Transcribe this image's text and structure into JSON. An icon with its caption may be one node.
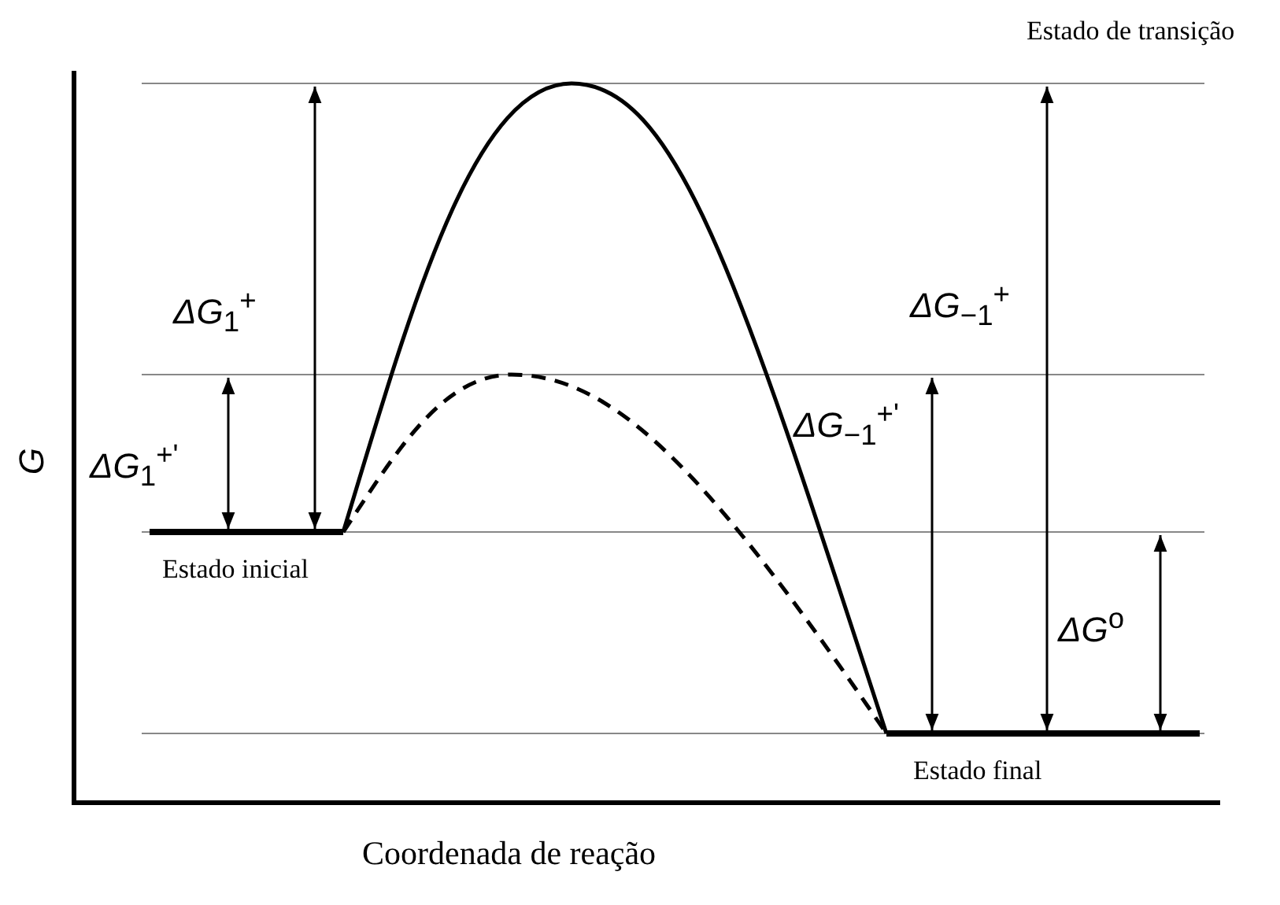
{
  "diagram": {
    "labels": [
      "Estado de transição",
      "*ΔG*$_{1}$$^{+}$",
      "*ΔG*$_{1}$$^{+'}$",
      "Estado inicial",
      "*ΔG*$_{−1}$$^{+}$",
      "*ΔG*$_{−1}$$^{+'}$",
      "*ΔG*$^{o}$",
      "Estado final",
      "G",
      "Coordenada de reação"
    ]
  }
}
